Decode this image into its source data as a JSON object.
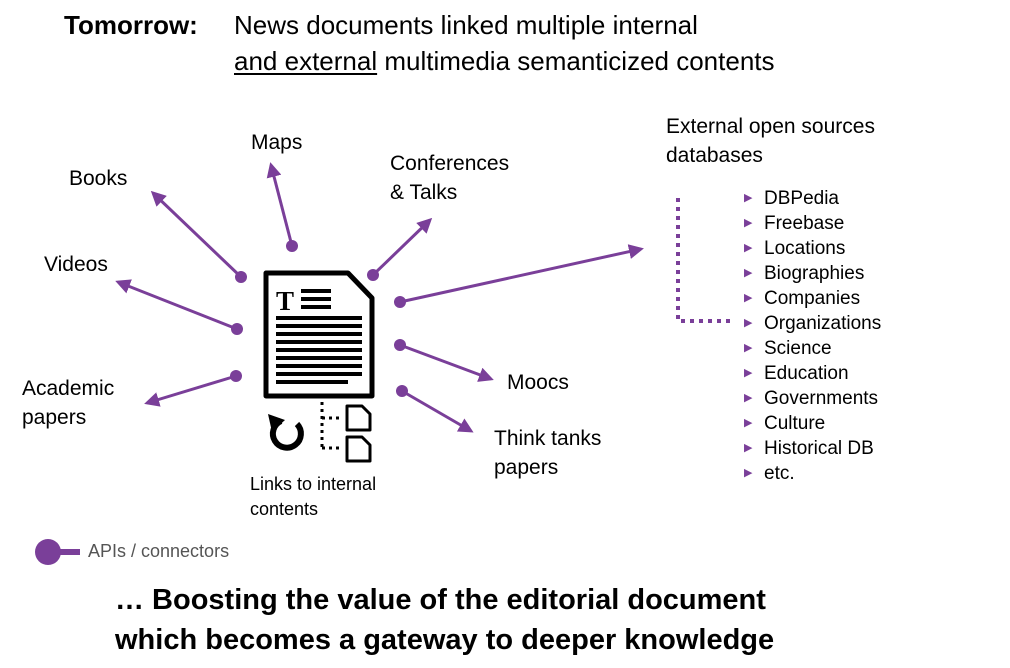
{
  "header": {
    "prefix": "Tomorrow:",
    "line1": "News documents linked multiple internal",
    "line2_underlined": "and external",
    "line2_rest": " multimedia semanticized contents"
  },
  "nodes": {
    "maps": "Maps",
    "books": "Books",
    "conferences_line1": "Conferences",
    "conferences_line2": "& Talks",
    "videos": "Videos",
    "academic_line1": "Academic",
    "academic_line2": "papers",
    "moocs": "Moocs",
    "think_tanks_line1": "Think tanks",
    "think_tanks_line2": "papers"
  },
  "internal_links": {
    "line1": "Links to internal",
    "line2": "contents"
  },
  "external": {
    "title_line1": "External open sources",
    "title_line2": "databases",
    "items": [
      "DBPedia",
      "Freebase",
      "Locations",
      "Biographies",
      "Companies",
      "Organizations",
      "Science",
      "Education",
      "Governments",
      "Culture",
      "Historical DB",
      "etc."
    ]
  },
  "legend": {
    "label": "APIs / connectors"
  },
  "footer": {
    "line1": "… Boosting the value of the editorial document",
    "line2": "which becomes a gateway to deeper knowledge"
  },
  "colors": {
    "accent": "#7a3f99",
    "text": "#000000",
    "legend_text": "#555555"
  },
  "icons": {
    "document": "document-icon",
    "refresh": "refresh-icon",
    "linked_files": "linked-files-icon",
    "bullet": "triangle-bullet-icon",
    "connector": "connector-icon"
  }
}
